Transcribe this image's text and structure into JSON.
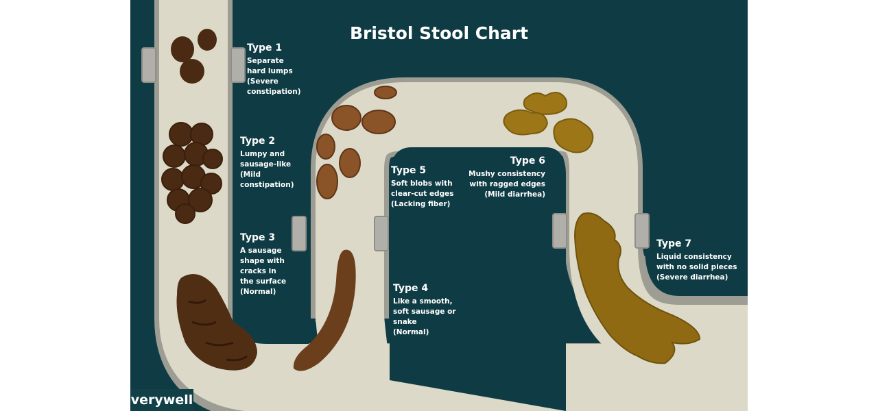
{
  "title": "Bristol Stool Chart",
  "brand": "verywell",
  "colors": {
    "background": "#0f3c44",
    "pipe": "#dcd9c8",
    "pipe_outline": "#9e9d94",
    "connector": "#b0afa9",
    "stool_dark": "#4a2a12",
    "stool_mid": "#6b3e1c",
    "stool_mushy": "#9c7617",
    "stool_liquid": "#8f6a12",
    "text": "#ffffff"
  },
  "types": [
    {
      "heading": "Type 1",
      "description": "Separate\nhard lumps\n(Severe\nconstipation)"
    },
    {
      "heading": "Type 2",
      "description": "Lumpy and\nsausage-like\n(Mild\nconstipation)"
    },
    {
      "heading": "Type 3",
      "description": "A sausage\nshape with\ncracks in\nthe surface\n(Normal)"
    },
    {
      "heading": "Type 4",
      "description": "Like a smooth,\nsoft sausage or\nsnake\n(Normal)"
    },
    {
      "heading": "Type 5",
      "description": "Soft blobs with\nclear-cut edges\n(Lacking fiber)"
    },
    {
      "heading": "Type 6",
      "description": "Mushy consistency\nwith ragged edges\n(Mild diarrhea)"
    },
    {
      "heading": "Type 7",
      "description": "Liquid consistency\nwith no solid pieces\n(Severe diarrhea)"
    }
  ]
}
